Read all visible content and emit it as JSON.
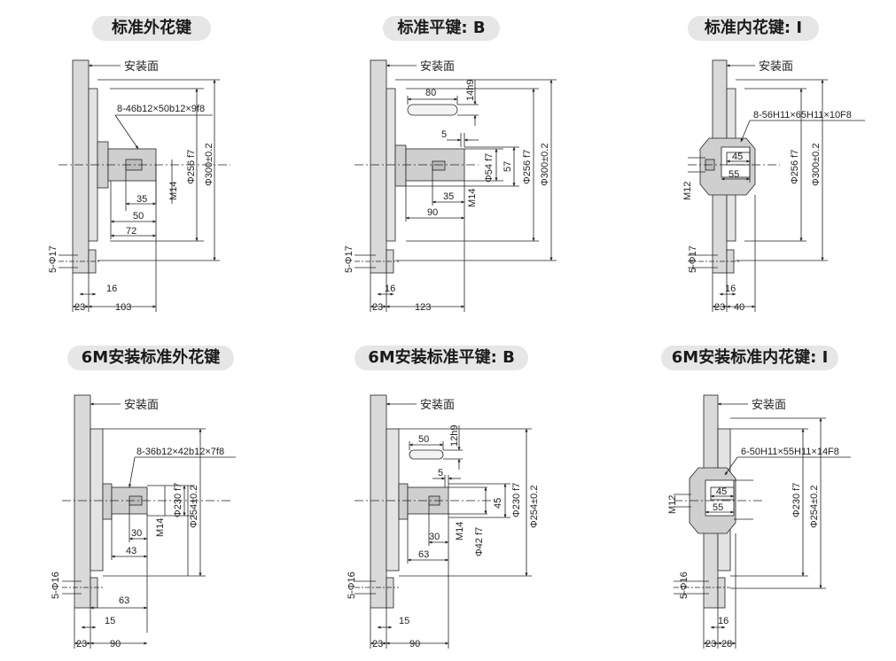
{
  "titles": {
    "d1": "标准外花键",
    "d2": "标准平键: B",
    "d3": "标准内花键: I",
    "d4": "6M安装标准外花键",
    "d5": "6M安装标准平键: B",
    "d6": "6M安装标准内花键: I"
  },
  "labels": {
    "mount_face": "安装面"
  },
  "d1": {
    "spline": "8-46b12×50b12×9f8",
    "dia1": "Φ256 f7",
    "dia2": "Φ300±0.2",
    "thread": "M14",
    "holes": "5-Φ17",
    "l35": "35",
    "l50": "50",
    "l72": "72",
    "l16": "16",
    "l23": "23",
    "l103": "103"
  },
  "d2": {
    "key_len": "80",
    "key_w": "14h9",
    "l5": "5",
    "dia_shaft": "Φ54 f7",
    "h57": "57",
    "dia1": "Φ256 f7",
    "dia2": "Φ300±0.2",
    "thread": "M14",
    "l35": "35",
    "l90": "90",
    "holes": "5-Φ17",
    "l16": "16",
    "l23": "23",
    "l123": "123"
  },
  "d3": {
    "spline": "8-56H11×65H11×10F8",
    "l45": "45",
    "l55": "55",
    "dia1": "Φ256 f7",
    "dia2": "Φ300±0.2",
    "thread": "M12",
    "holes": "5-Φ17",
    "l16": "16",
    "l23": "23",
    "l40": "40"
  },
  "d4": {
    "spline": "8-36b12×42b12×7f8",
    "dia1": "Φ230 f7",
    "dia2": "Φ254±0.2",
    "thread": "M14",
    "l30": "30",
    "l43": "43",
    "l63": "63",
    "holes": "5-Φ16",
    "l15": "15",
    "l23": "23",
    "l90": "90"
  },
  "d5": {
    "key_len": "50",
    "key_w": "12h9",
    "l5": "5",
    "h45": "45",
    "dia_shaft": "Φ42 f7",
    "dia1": "Φ230 f7",
    "dia2": "Φ254±0.2",
    "thread": "M14",
    "l30": "30",
    "l63": "63",
    "holes": "5-Φ16",
    "l15": "15",
    "l23": "23",
    "l90": "90"
  },
  "d6": {
    "spline": "6-50H11×55H11×14F8",
    "l45": "45",
    "l55": "55",
    "dia1": "Φ230 f7",
    "dia2": "Φ254±0.2",
    "thread": "M12",
    "holes": "5-Φ16",
    "l16": "16",
    "l23": "23",
    "l28": "28"
  },
  "colors": {
    "flange": "#d9d9d9",
    "shaft": "#cfcfcf",
    "line": "#222222",
    "pill": "#e6e6e6"
  }
}
